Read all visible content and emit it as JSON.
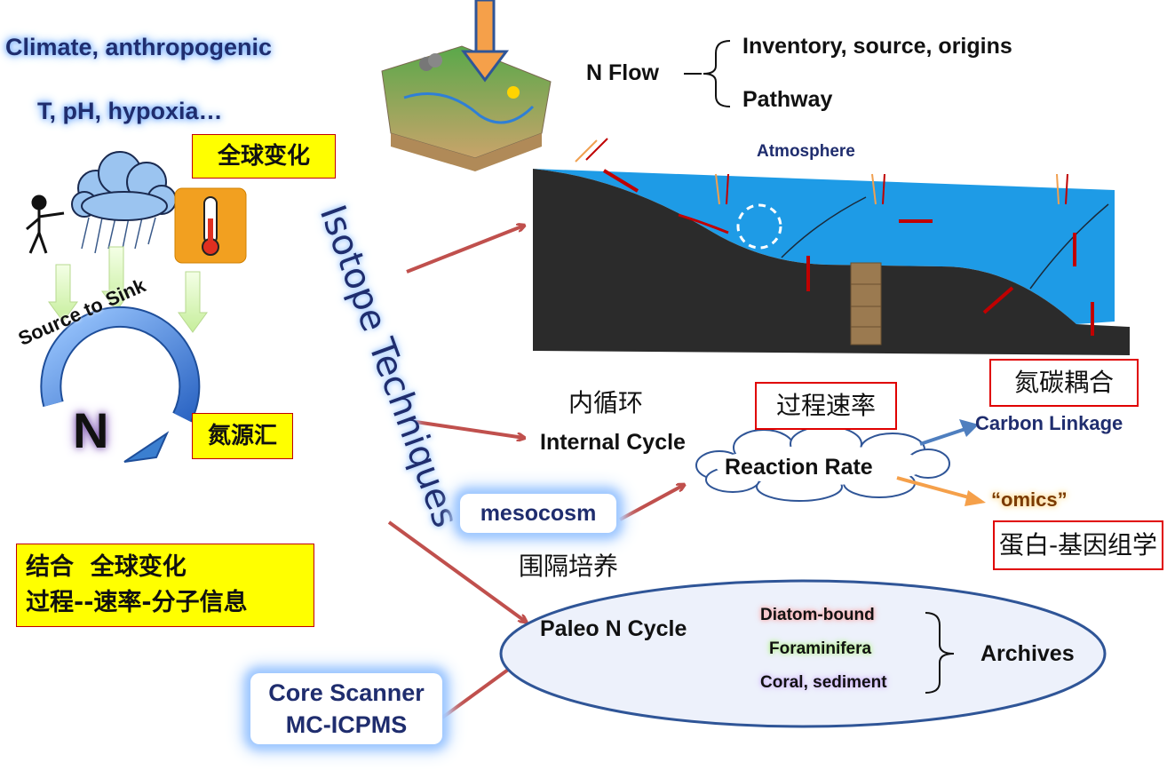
{
  "top_left": {
    "line1": "Climate, anthropogenic",
    "line2": "T, pH, hypoxia…"
  },
  "boxes": {
    "global_change": "全球变化",
    "n_source_sink": "氮源汇",
    "summary_line1": "结合  全球变化",
    "summary_line2": "过程--速率-分子信息",
    "reaction_rate_cn": "过程速率",
    "carbon_coupling_cn": "氮碳耦合",
    "omics_cn": "蛋白-基因组学"
  },
  "cycle": {
    "arc_label": "Source to Sink",
    "center": "N"
  },
  "vertical_title": "Isotope Techniques",
  "n_flow": {
    "label": "N Flow",
    "items": [
      "Inventory, source, origins",
      "Pathway"
    ]
  },
  "ocean": {
    "atmosphere": "Atmosphere"
  },
  "internal_cycle": {
    "cn": "内循环",
    "en": "Internal Cycle"
  },
  "reaction_rate": "Reaction Rate",
  "carbon_linkage": "Carbon Linkage",
  "omics": "“omics”",
  "mesocosm": {
    "en": "mesocosm",
    "cn": "围隔培养"
  },
  "paleo": {
    "label": "Paleo N Cycle",
    "archives": [
      {
        "name": "Diatom-bound",
        "glow": "#ff9b9b"
      },
      {
        "name": "Foraminifera",
        "glow": "#a9f07a"
      },
      {
        "name": "Coral, sediment",
        "glow": "#c9a8ff"
      }
    ],
    "archives_label": "Archives"
  },
  "instruments": {
    "line1": "Core Scanner",
    "line2": "MC-ICPMS"
  },
  "colors": {
    "arrow_red": "#c0504d",
    "ocean_blue": "#1e9be6",
    "seafloor": "#2b2b2b",
    "cycle_blue": "#3b7fd0",
    "ellipse_stroke": "#2f5597",
    "ellipse_fill": "#edf1fb",
    "yellow": "#ffff00",
    "box_red": "#e00000"
  }
}
